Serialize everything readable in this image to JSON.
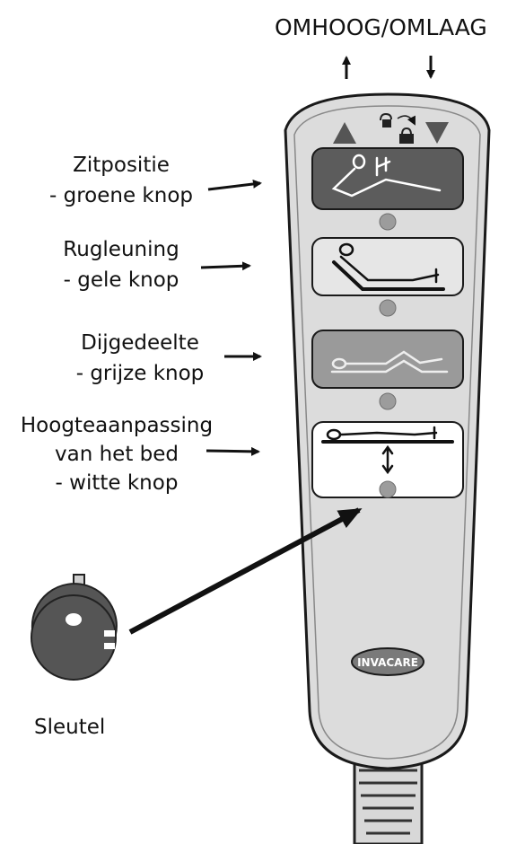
{
  "header": {
    "title": "OMHOOG/OMLAAG"
  },
  "callouts": [
    {
      "line1": "Zitpositie",
      "line2": "- groene knop"
    },
    {
      "line1": "Rugleuning",
      "line2": "- gele knop"
    },
    {
      "line1": "Dijgedeelte",
      "line2": "- grijze knop"
    },
    {
      "line1": "Hoogteaanpassing",
      "line2": "van het bed",
      "line3": "- witte knop"
    }
  ],
  "key": {
    "label": "Sleutel"
  },
  "remote": {
    "brand": "INVACARE"
  },
  "colors": {
    "body": "#dcdcdc",
    "outline": "#1a1a1a",
    "green_button": "#5c5c5c",
    "yellow_button": "#e6e6e6",
    "grey_button": "#9a9a9a",
    "white_button": "#ffffff",
    "indicator": "#9c9c9c"
  },
  "icons": [
    "up-arrow-icon",
    "down-arrow-icon",
    "lock-icon",
    "unlock-icon",
    "key-icon"
  ]
}
